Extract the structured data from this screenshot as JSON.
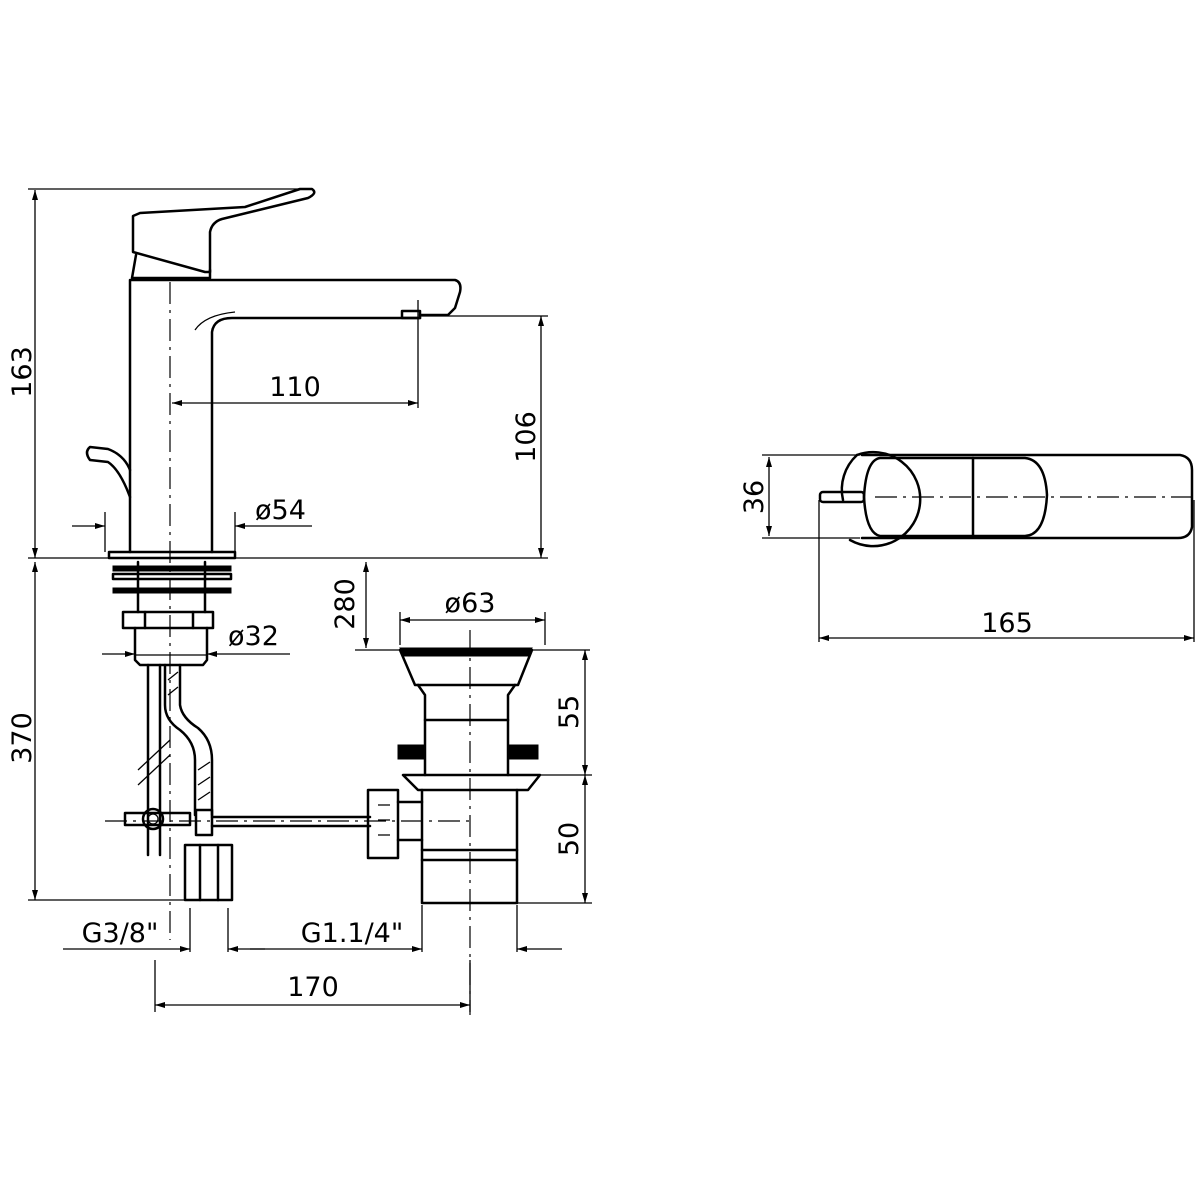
{
  "drawing": {
    "colors": {
      "line": "#000000",
      "background": "#ffffff"
    },
    "dimensions": {
      "overall_height": "163",
      "spout_reach": "110",
      "spout_height": "106",
      "base_diameter": "ø54",
      "shank_diameter": "ø32",
      "max_deck_thickness": "280",
      "below_deck_length": "370",
      "waste_flange_diameter": "ø63",
      "waste_upper_height": "55",
      "waste_lower_height": "50",
      "supply_thread": "G3/8\"",
      "waste_thread": "G1.1/4\"",
      "tap_to_waste_distance": "170",
      "top_view_width": "36",
      "top_view_length": "165"
    }
  }
}
